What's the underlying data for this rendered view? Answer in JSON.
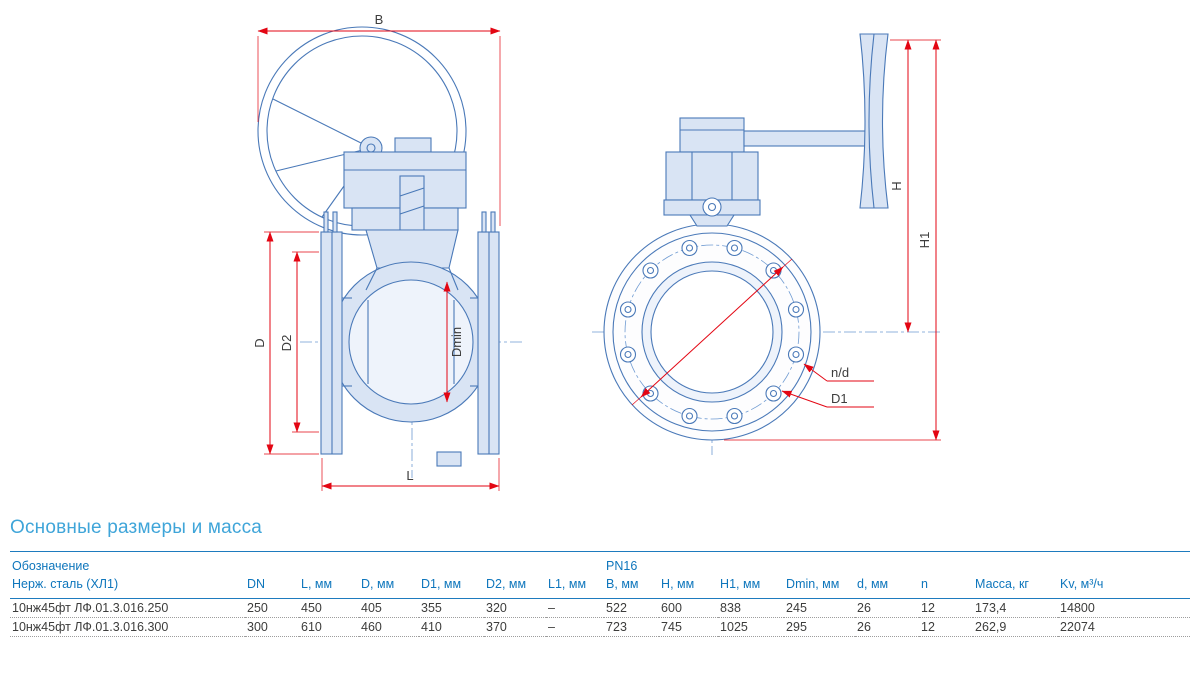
{
  "colors": {
    "drawing_line": "#4a79b8",
    "drawing_fill": "#d9e4f4",
    "dimension_red": "#e30613",
    "header_blue": "#0e76bc",
    "title_blue": "#3fa5d9"
  },
  "drawing": {
    "front": {
      "B": "B",
      "D": "D",
      "D2": "D2",
      "Dmin": "Dmin",
      "L": "L"
    },
    "side": {
      "H": "H",
      "H1": "H1",
      "nd": "n/d",
      "D1": "D1"
    }
  },
  "section_title": "Основные размеры и масса",
  "table": {
    "designation_header": "Обозначение",
    "pn_header": "PN16",
    "columns": [
      "Нерж. сталь (ХЛ1)",
      "DN",
      "L, мм",
      "D, мм",
      "D1, мм",
      "D2, мм",
      "L1, мм",
      "B, мм",
      "H, мм",
      "H1, мм",
      "Dmin, мм",
      "d, мм",
      "n",
      "Масса, кг",
      "Kv, м³/ч"
    ],
    "rows": [
      [
        "10нж45фт ЛФ.01.3.016.250",
        "250",
        "450",
        "405",
        "355",
        "320",
        "–",
        "522",
        "600",
        "838",
        "245",
        "26",
        "12",
        "173,4",
        "14800"
      ],
      [
        "10нж45фт ЛФ.01.3.016.300",
        "300",
        "610",
        "460",
        "410",
        "370",
        "–",
        "723",
        "745",
        "1025",
        "295",
        "26",
        "12",
        "262,9",
        "22074"
      ]
    ]
  }
}
